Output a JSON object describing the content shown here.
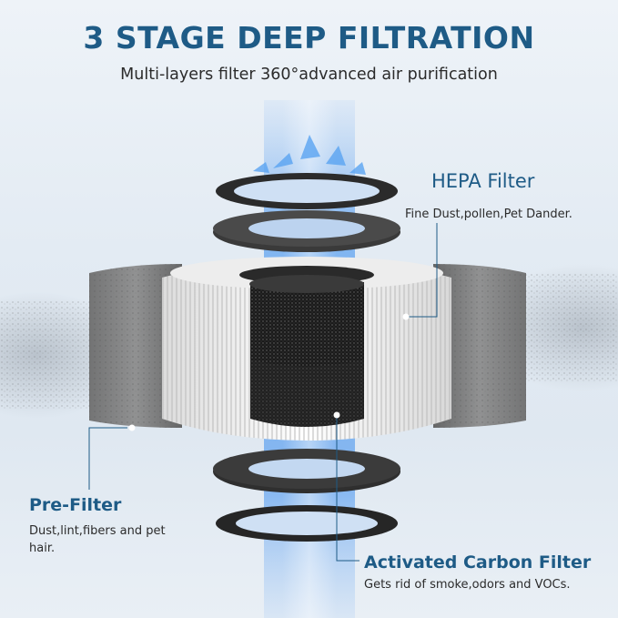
{
  "header": {
    "title": "3 STAGE DEEP FILTRATION",
    "subtitle": "Multi-layers filter 360°advanced air purification"
  },
  "callouts": {
    "hepa": {
      "title": "HEPA Filter",
      "description": "Fine Dust,pollen,Pet Dander."
    },
    "pre_filter": {
      "title": "Pre-Filter",
      "description": "Dust,lint,fibers and pet hair."
    },
    "carbon": {
      "title": "Activated Carbon Filter",
      "description": "Gets rid of smoke,odors and VOCs."
    }
  },
  "colors": {
    "title_blue": "#1e5b86",
    "text_dark": "#2b2b2b",
    "airflow_blue": "#3d8ff0",
    "ring_dark": "#2f2f2f",
    "hepa_white": "#f7f7f7",
    "carbon_black": "#1a1a1a"
  }
}
